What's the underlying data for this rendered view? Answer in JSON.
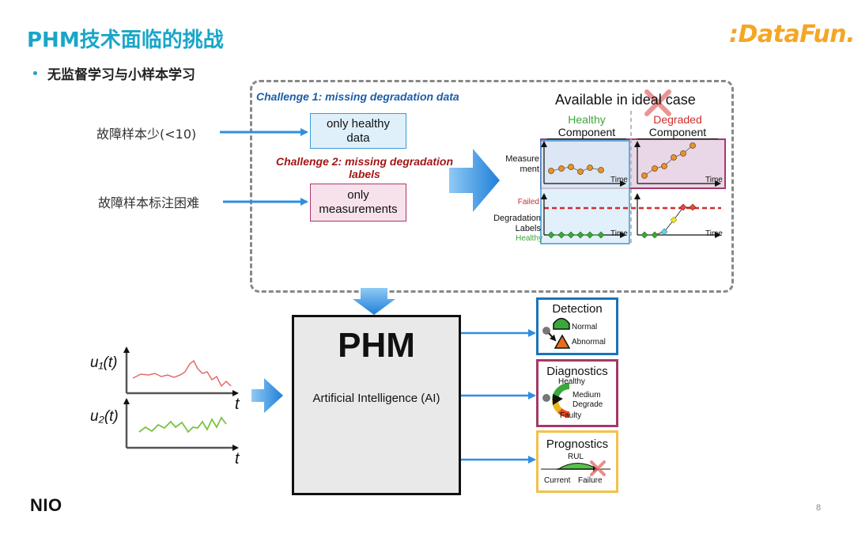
{
  "header": {
    "title": "PHM技术面临的挑战",
    "bullet": "无监督学习与小样本学习",
    "logo": ":DataFun."
  },
  "footer": {
    "brand": "NIO",
    "page_number": "8"
  },
  "challenges": {
    "challenge1": "Challenge 1: missing degradation data",
    "challenge2": "Challenge 2: missing degradation labels",
    "left_label_1": "故障样本少(<10)",
    "left_label_2": "故障样本标注困难",
    "box_healthy": "only healthy data",
    "box_measurements": "only measurements"
  },
  "ideal": {
    "title_prefix": "Available in ",
    "title_strike": "ideal",
    "title_suffix": " case",
    "healthy_line1": "Healthy",
    "healthy_line2": "Component",
    "degraded_line1": "Degraded",
    "degraded_line2": "Component",
    "measurement_label_1": "Measure",
    "measurement_label_2": "ment",
    "degradation_label_1": "Degradation",
    "degradation_label_2": "Labels",
    "failed": "Failed",
    "healthy": "Healthy",
    "time": "Time"
  },
  "inputs": {
    "u1": "u₁(t)",
    "u2": "u₂(t)",
    "t": "t"
  },
  "phm": {
    "title": "PHM",
    "subtitle": "Artificial Intelligence (AI)"
  },
  "outputs": {
    "detection": {
      "title": "Detection",
      "normal": "Normal",
      "abnormal": "Abnormal"
    },
    "diagnostics": {
      "title": "Diagnostics",
      "healthy": "Healthy",
      "medium": "Medium",
      "degrade": "Degrade",
      "faulty": "Faulty"
    },
    "prognostics": {
      "title": "Prognostics",
      "rul": "RUL",
      "current": "Current",
      "failure": "Failure"
    }
  },
  "colors": {
    "accent": "#19a6c8",
    "challenge1": "#1b5ea8",
    "challenge2": "#a31616",
    "arrow": "#2f8ee0",
    "healthy_green": "#3aa83a",
    "degraded_red": "#d22c2c"
  }
}
